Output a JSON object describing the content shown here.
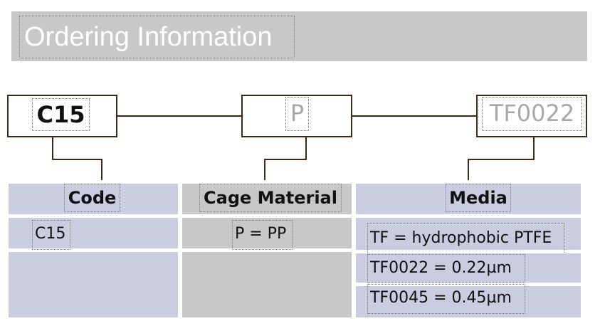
{
  "header": {
    "title": "Ordering Information"
  },
  "part_number": {
    "code": "C15",
    "cage_material": "P",
    "media": "TF0022"
  },
  "columns": [
    {
      "heading": "Code",
      "values": [
        "C15"
      ]
    },
    {
      "heading": "Cage Material",
      "values": [
        "P = PP"
      ]
    },
    {
      "heading": "Media",
      "values": [
        "TF = hydrophobic PTFE",
        "TF0022 = 0.22µm",
        "TF0045 = 0.45µm"
      ]
    }
  ],
  "colors": {
    "header_bg": "#c8c8c8",
    "cell_blue": "#c9cddf",
    "cell_gray": "#c8c8c8",
    "connector": "#3b2a1a",
    "placeholder_text": "#a8a8a8"
  }
}
